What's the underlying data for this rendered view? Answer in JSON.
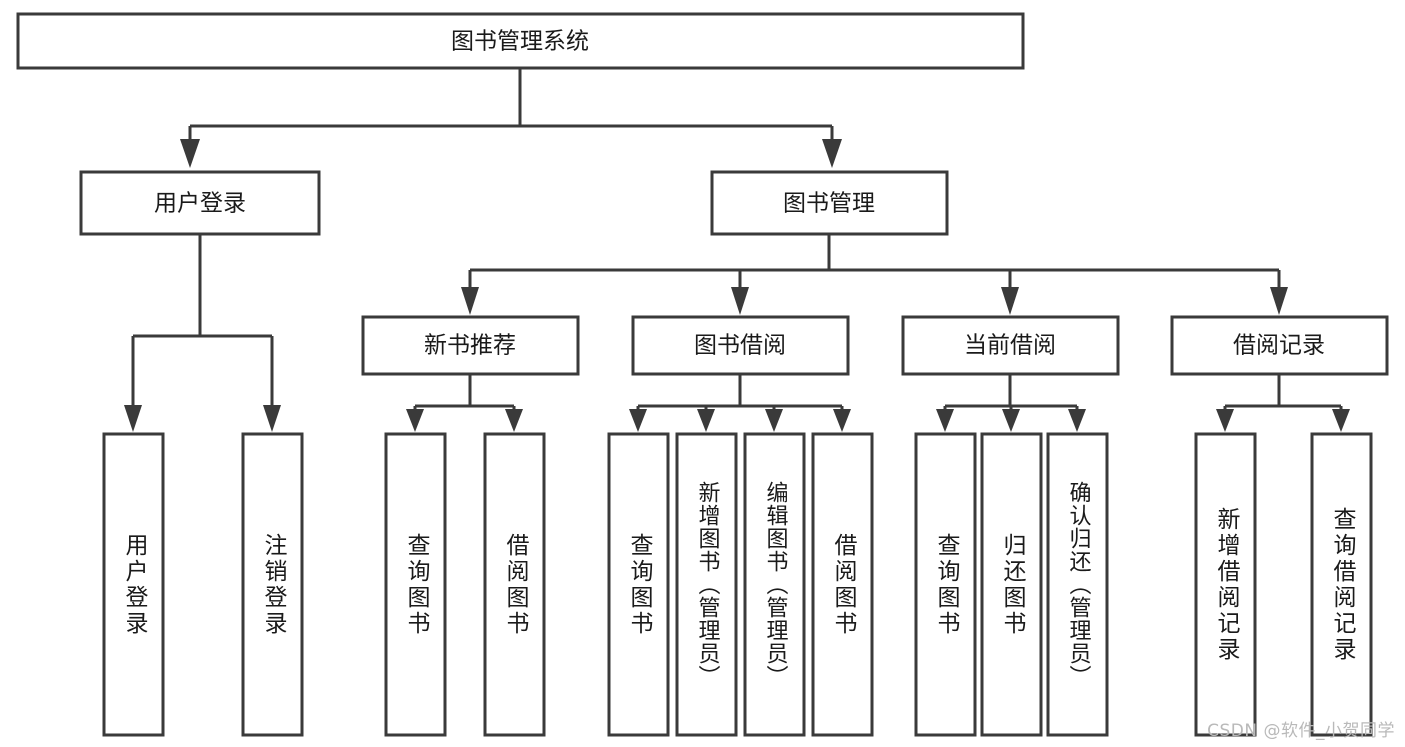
{
  "diagram": {
    "type": "tree-hierarchy",
    "title": "图书管理系统",
    "watermark": "CSDN @软件_小贺同学",
    "colors": {
      "stroke": "#3a3a3a",
      "fill": "#ffffff",
      "text": "#1a1a1a",
      "watermark": "#b9b9b9"
    },
    "levels": {
      "root": {
        "label": "图书管理系统"
      },
      "level2": [
        {
          "label": "用户登录"
        },
        {
          "label": "图书管理"
        }
      ],
      "level3": [
        {
          "label": "新书推荐"
        },
        {
          "label": "图书借阅"
        },
        {
          "label": "当前借阅"
        },
        {
          "label": "借阅记录"
        }
      ],
      "leaves": [
        {
          "label": "用户登录",
          "parent": "用户登录"
        },
        {
          "label": "注销登录",
          "parent": "用户登录"
        },
        {
          "label": "查询图书",
          "parent": "新书推荐"
        },
        {
          "label": "借阅图书",
          "parent": "新书推荐"
        },
        {
          "label": "查询图书",
          "parent": "图书借阅"
        },
        {
          "label": "新增图书（管理员）",
          "parent": "图书借阅"
        },
        {
          "label": "编辑图书（管理员）",
          "parent": "图书借阅"
        },
        {
          "label": "借阅图书",
          "parent": "图书借阅"
        },
        {
          "label": "查询图书",
          "parent": "当前借阅"
        },
        {
          "label": "归还图书",
          "parent": "当前借阅"
        },
        {
          "label": "确认归还（管理员）",
          "parent": "当前借阅"
        },
        {
          "label": "新增借阅记录",
          "parent": "借阅记录"
        },
        {
          "label": "查询借阅记录",
          "parent": "借阅记录"
        }
      ]
    }
  }
}
